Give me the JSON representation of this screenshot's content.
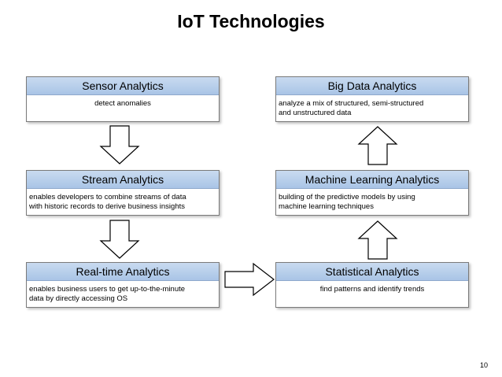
{
  "title": "IoT Technologies",
  "boxes": {
    "sensor": {
      "title": "Sensor Analytics",
      "desc": "detect anomalies"
    },
    "stream": {
      "title": "Stream Analytics",
      "desc": "enables developers to combine streams of data\nwith historic records to derive business insights"
    },
    "realtime": {
      "title": "Real-time Analytics",
      "desc": "enables business users to get up-to-the-minute\ndata by directly accessing OS"
    },
    "statistical": {
      "title": "Statistical Analytics",
      "desc": "find patterns and identify trends"
    },
    "ml": {
      "title": "Machine Learning Analytics",
      "desc": "building of the predictive models by using\nmachine learning techniques"
    },
    "bigdata": {
      "title": "Big Data Analytics",
      "desc": "analyze a mix of structured, semi-structured\nand unstructured data"
    }
  },
  "page_number": "10"
}
